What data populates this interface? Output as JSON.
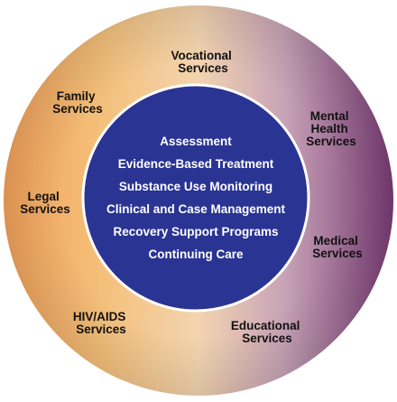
{
  "diagram": {
    "core_components": [
      "Assessment",
      "Evidence-Based Treatment",
      "Substance Use Monitoring",
      "Clinical and Case Management",
      "Recovery Support Programs",
      "Continuing Care"
    ],
    "wraparound_services": {
      "vocational": [
        "Vocational",
        "Services"
      ],
      "family": [
        "Family",
        "Services"
      ],
      "mental_health": [
        "Mental",
        "Health",
        "Services"
      ],
      "legal": [
        "Legal",
        "Services"
      ],
      "medical": [
        "Medical",
        "Services"
      ],
      "hiv_aids": [
        "HIV/AIDS",
        "Services"
      ],
      "educational": [
        "Educational",
        "Services"
      ]
    }
  },
  "colors": {
    "inner_circle": "#2a3493",
    "inner_border": "#ffffff",
    "ring_orange": "#f2a15a",
    "ring_light": "#f3d4b0",
    "ring_purple": "#7a3c76",
    "text_dark": "#111111",
    "text_light": "#ffffff"
  }
}
